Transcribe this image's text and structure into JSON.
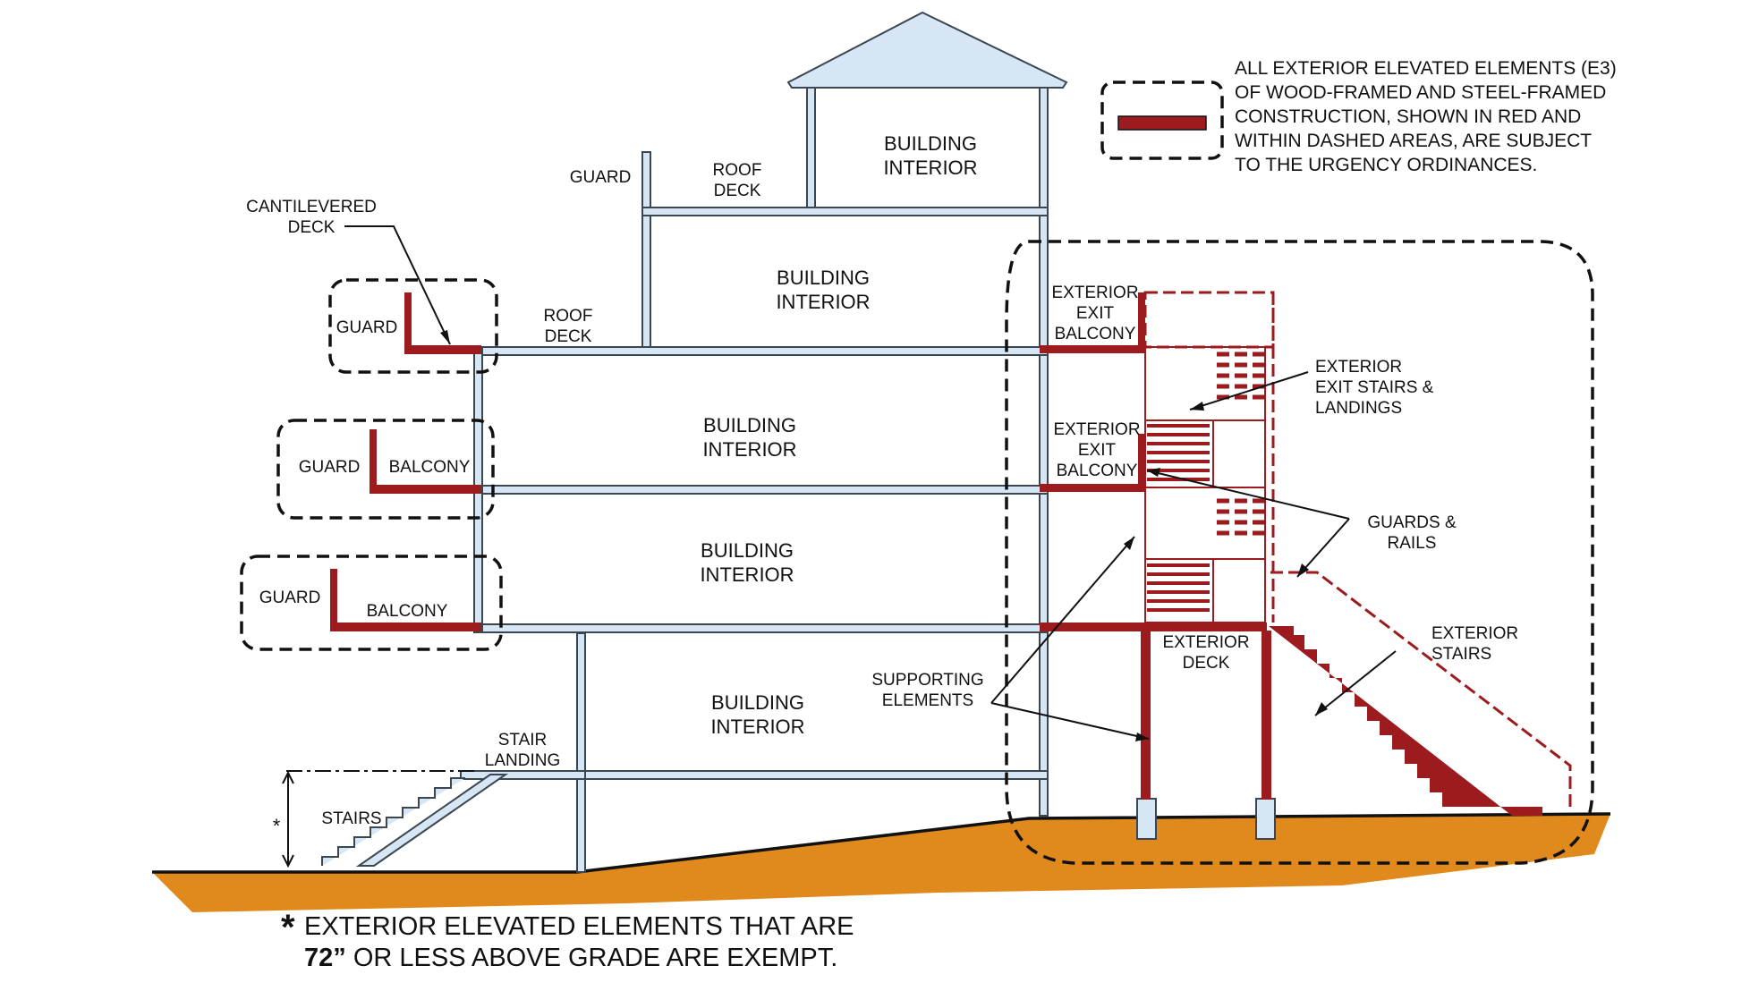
{
  "legend": {
    "lines": [
      "ALL EXTERIOR ELEVATED ELEMENTS (E3)",
      "OF WOOD-FRAMED AND STEEL-FRAMED",
      "CONSTRUCTION, SHOWN IN RED AND",
      "WITHIN DASHED AREAS, ARE SUBJECT",
      "TO THE URGENCY ORDINANCES."
    ]
  },
  "labels": {
    "building_interior_top": [
      "BUILDING",
      "INTERIOR"
    ],
    "building_interior_3": [
      "BUILDING",
      "INTERIOR"
    ],
    "building_interior_2": [
      "BUILDING",
      "INTERIOR"
    ],
    "building_interior_1": [
      "BUILDING",
      "INTERIOR"
    ],
    "building_interior_0": [
      "BUILDING",
      "INTERIOR"
    ],
    "guard_roof": "GUARD",
    "roof_deck_top": [
      "ROOF",
      "DECK"
    ],
    "roof_deck_left": [
      "ROOF",
      "DECK"
    ],
    "cantilevered_deck": [
      "CANTILEVERED",
      "DECK"
    ],
    "guard_cantilever": "GUARD",
    "guard_balcony_upper": "GUARD",
    "balcony_upper": "BALCONY",
    "guard_balcony_lower": "GUARD",
    "balcony_lower": "BALCONY",
    "stair_landing": [
      "STAIR",
      "LANDING"
    ],
    "stairs": "STAIRS",
    "exempt_marker": "*",
    "exterior_exit_balcony_top": [
      "EXTERIOR",
      "EXIT",
      "BALCONY"
    ],
    "exterior_exit_balcony_mid": [
      "EXTERIOR",
      "EXIT",
      "BALCONY"
    ],
    "exterior_exit_stairs": [
      "EXTERIOR",
      "EXIT STAIRS &",
      "LANDINGS"
    ],
    "guards_rails": [
      "GUARDS &",
      "RAILS"
    ],
    "exterior_stairs": [
      "EXTERIOR",
      "STAIRS"
    ],
    "exterior_deck": [
      "EXTERIOR",
      "DECK"
    ],
    "supporting_elements": [
      "SUPPORTING",
      "ELEMENTS"
    ]
  },
  "footnote": {
    "star": "*",
    "line1": "EXTERIOR ELEVATED ELEMENTS THAT ARE",
    "line2_bold": "72”",
    "line2_rest": " OR LESS ABOVE GRADE ARE EXEMPT."
  },
  "colors": {
    "structure_fill": "#d6e6f5",
    "structure_stroke": "#3a4650",
    "red_element": "#9b1b1f",
    "ground": "#e08a1e",
    "dashed": "#111111"
  }
}
